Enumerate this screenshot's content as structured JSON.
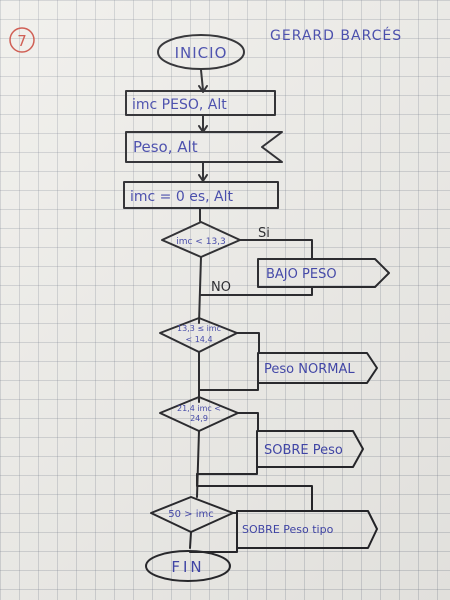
{
  "header": {
    "exercise_number": "7",
    "author": "GERARD BARCÉS"
  },
  "flowchart": {
    "start": "INICIO",
    "declare": "imc PESO, Alt",
    "input": "Peso, Alt",
    "process": "imc = 0 es, Alt",
    "decision_1": "imc < 13,3",
    "branch_yes": "Si",
    "branch_no": "NO",
    "output_1": "BAJO PESO",
    "decision_2_line1": "13,3 ≤ imc",
    "decision_2_line2": "< 14,4",
    "output_2": "Peso NORMAL",
    "decision_3_line1": "21,4 imc <",
    "decision_3_line2": "24,9",
    "output_3": "SOBRE Peso",
    "decision_4": "50 > imc",
    "output_4": "SOBRE Peso tipo",
    "end": "FIN"
  },
  "colors": {
    "ink_blue": "#3a3fa8",
    "ink_black": "#1f1f23",
    "ink_red": "#c9463a"
  }
}
